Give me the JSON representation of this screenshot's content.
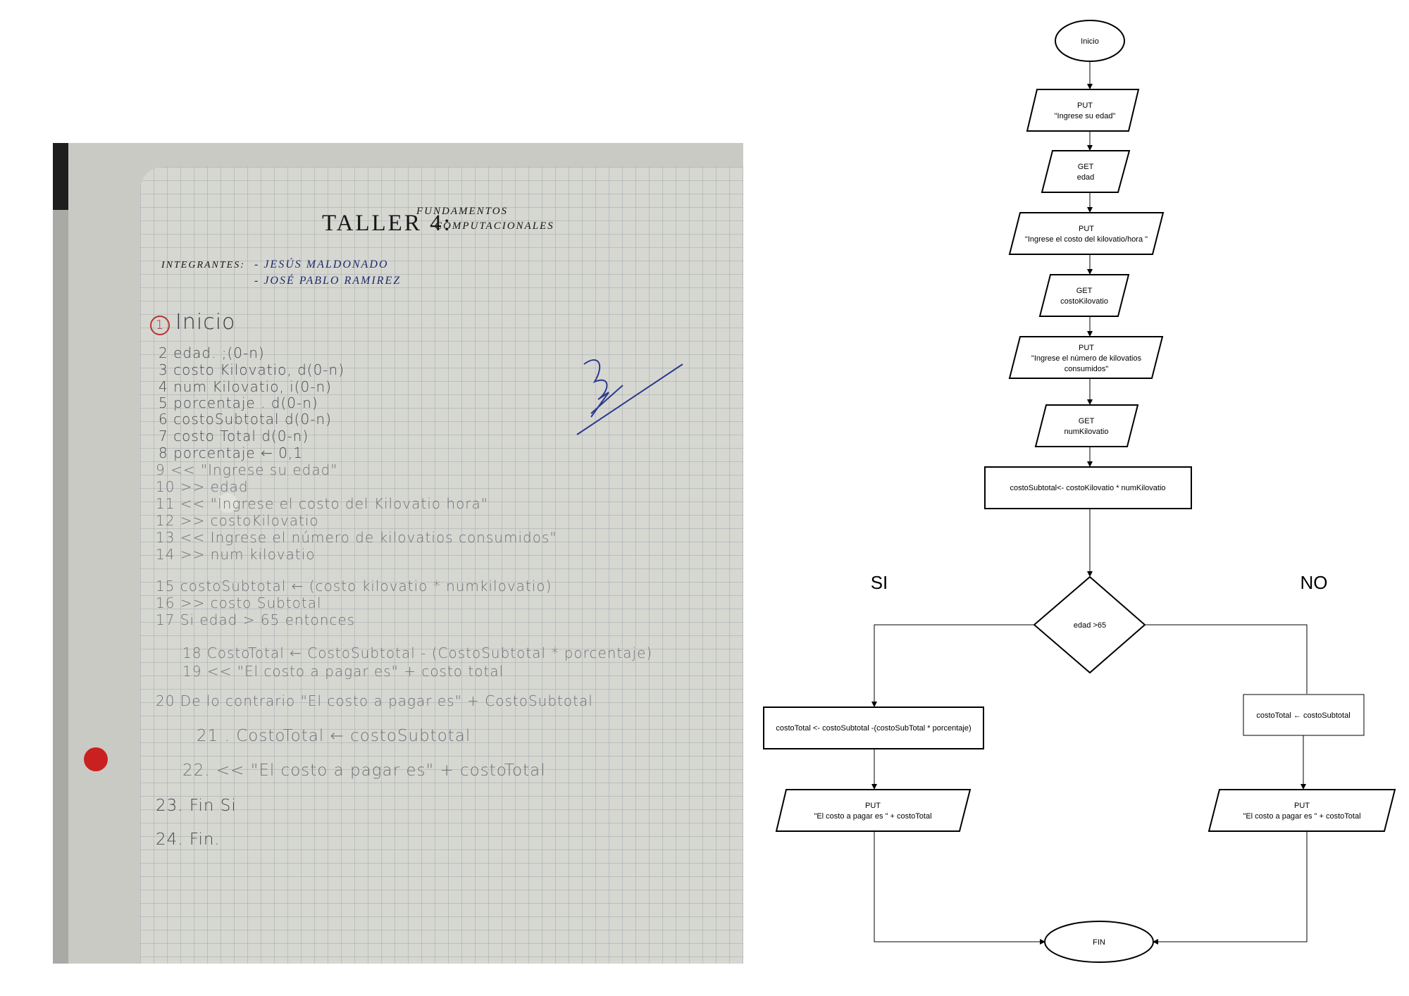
{
  "notebook": {
    "title": "TALLER 4:",
    "subtitle_line1": "FUNDAMENTOS",
    "subtitle_line2": "COMPUTACIONALES",
    "members_label": "INTEGRANTES:",
    "member1": "- JESÚS MALDONADO",
    "member2": "- JOSÉ PABLO RAMIREZ",
    "steps": [
      "Inicio",
      "2  edad. ;(0-n)",
      "3  costo Kilovatio, d(0-n)",
      "4  num Kilovatio, i(0-n)",
      "5  porcentaje . d(0-n)",
      "6  costoSubtotal d(0-n)",
      "7  costo Total d(0-n)",
      "8  porcentaje ← 0,1",
      "9  << \"Ingrese su edad\"",
      "10  >> edad",
      "11  << \"Ingrese el costo del Kilovatio hora\"",
      "12  >> costoKilovatio",
      "13  << Ingrese el número de kilovatios consumidos\"",
      "14  >> num kilovatio",
      "15  costoSubtotal ← (costo kilovatio * numkilovatio)",
      "16  >> costo Subtotal",
      "17  Si edad > 65 entonces",
      "18  CostoTotal ← CostoSubtotal - (CostoSubtotal * porcentaje)",
      "19  << \"El costo a pagar es\" + costo total",
      "20  De lo contrario \"El costo a pagar es\" + CostoSubtotal",
      "21 . CostoTotal ← costoSubtotal",
      "22. << \"El costo a pagar es\" + costoTotal",
      "23. Fin Si",
      "24. Fin."
    ]
  },
  "flowchart": {
    "start": "Inicio",
    "put1_kw": "PUT",
    "put1_text": "\"Ingrese su edad\"",
    "get1_kw": "GET",
    "get1_text": "edad",
    "put2_kw": "PUT",
    "put2_text": "\"Ingrese el costo del kilovatio/hora \"",
    "get2_kw": "GET",
    "get2_text": "costoKilovatio",
    "put3_kw": "PUT",
    "put3_line1": "\"Ingrese el número de kilovatios",
    "put3_line2": "consumidos\"",
    "get3_kw": "GET",
    "get3_text": "numKilovatio",
    "process_subtotal": "costoSubtotal<- costoKilovatio * numKilovatio",
    "yes_label": "SI",
    "no_label": "NO",
    "decision": "edad >65",
    "process_yes": "costoTotal <- costoSubtotal -(costoSubTotal * porcentaje)",
    "process_no": "costoTotal ← costoSubtotal",
    "put_yes_kw": "PUT",
    "put_yes_text": "\"El costo a pagar es \" + costoTotal",
    "put_no_kw": "PUT",
    "put_no_text": "\"El costo a pagar es \" + costoTotal",
    "end": "FIN"
  }
}
